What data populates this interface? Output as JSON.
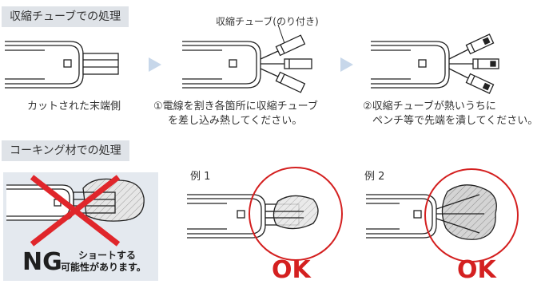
{
  "sections": {
    "shrink": {
      "label": "収縮チューブでの処理"
    },
    "caulk": {
      "label": "コーキング材での処理"
    }
  },
  "step1": {
    "caption": "カットされた末端側"
  },
  "step2": {
    "callout": "収縮チューブ(のり付き)",
    "caption_line1": "①電線を割き各箇所に収縮チューブ",
    "caption_line2": "を差し込み熱してください。"
  },
  "step3": {
    "caption_line1": "②収縮チューブが熱いうちに",
    "caption_line2": "ペンチ等で先端を潰してください。"
  },
  "ng": {
    "label": "NG",
    "note_line1": "ショートする",
    "note_line2": "可能性があります。"
  },
  "example1": {
    "label": "例 1",
    "result": "OK"
  },
  "example2": {
    "label": "例 2",
    "result": "OK"
  },
  "colors": {
    "ok_red": "#d42020",
    "ng_red": "#e0262b",
    "arrow_blue": "#c7d7ea",
    "label_bg": "#dfe3e8",
    "ng_bg": "#e4e9ef"
  }
}
